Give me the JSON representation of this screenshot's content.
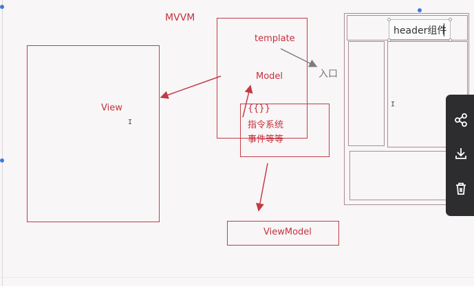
{
  "diagram": {
    "title": "MVVM",
    "view_label": "View",
    "template_label": "template",
    "model_label": "Model",
    "entry_label": "入口",
    "directive_lines": [
      "{{}}",
      "指令系统",
      "事件等等"
    ],
    "viewmodel_label": "ViewModel",
    "header_component_label": "header组件"
  },
  "toolbar": {
    "share_icon": "share-icon",
    "download_icon": "download-icon",
    "delete_icon": "trash-icon"
  },
  "colors": {
    "diagram_red": "#c33a46",
    "toolbar_bg": "#2d2d2f"
  }
}
